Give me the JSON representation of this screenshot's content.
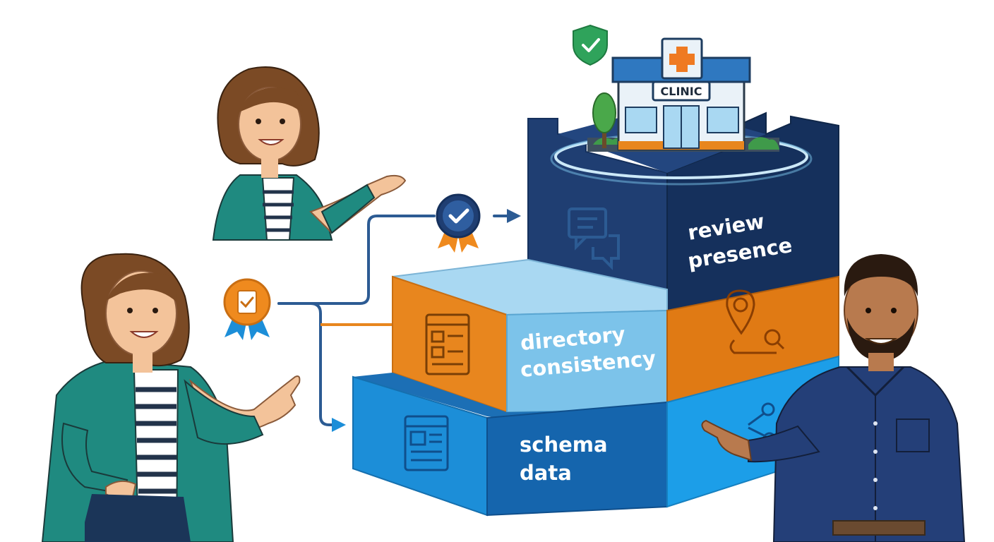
{
  "clinic": {
    "sign": "CLINIC"
  },
  "layers": {
    "top": {
      "line1": "review",
      "line2": "presence"
    },
    "middle": {
      "line1": "directory",
      "line2": "consistency"
    },
    "bottom": {
      "line1": "schema",
      "line2": "data"
    }
  },
  "colors": {
    "navy": "#1f3e72",
    "navy_dark": "#15305c",
    "orange": "#e8861e",
    "orange_light": "#f29a2e",
    "blue": "#1c8ed8",
    "blue_light": "#7cc3ea",
    "sky_top": "#a9d8f2",
    "teal_jacket": "#1f8a80",
    "connector": "#2c5b93",
    "shield_green": "#2fa35b"
  },
  "icons": [
    "shield-check-icon",
    "hospital-cross-icon",
    "chat-bubbles-icon",
    "location-search-icon",
    "browser-list-icon",
    "browser-doc-icon",
    "share-nodes-icon",
    "badge-check-icon",
    "badge-clipboard-icon"
  ]
}
